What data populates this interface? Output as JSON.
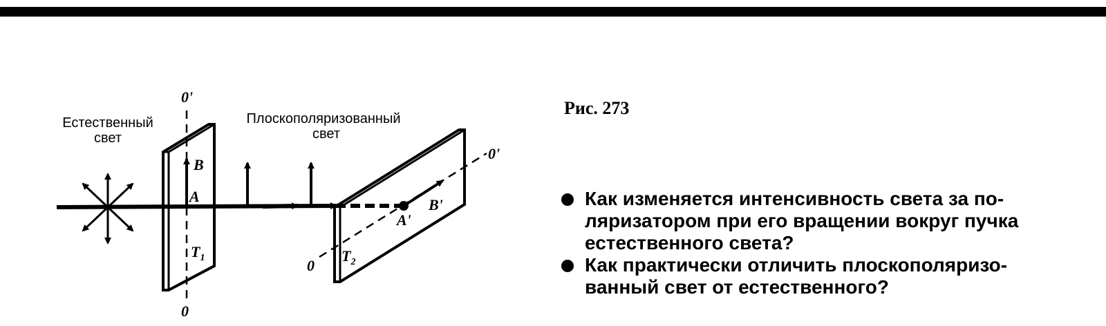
{
  "figure": {
    "label_natural_light": [
      "Естественный",
      "свет"
    ],
    "label_polarized_light": [
      "Плоскополяризованный",
      "свет"
    ],
    "axis_top": "0'",
    "axis_bottom": "0",
    "axis_right": "0'",
    "axis_left": "0",
    "point_b": "B",
    "point_a": "A",
    "polarizer_1": "T",
    "polarizer_1_sub": "1",
    "polarizer_2": "T",
    "polarizer_2_sub": "2",
    "point_a_prime": "A'",
    "point_b_prime": "B'"
  },
  "caption": "Рис. 273",
  "questions": [
    {
      "lines": [
        "Как изменяется интенсивность света за по-",
        "ляризатором при его вращении вокруг пучка",
        "естественного света?"
      ]
    },
    {
      "lines": [
        "Как практически отличить плоскополяризо-",
        "ванный свет от естественного?"
      ]
    }
  ]
}
